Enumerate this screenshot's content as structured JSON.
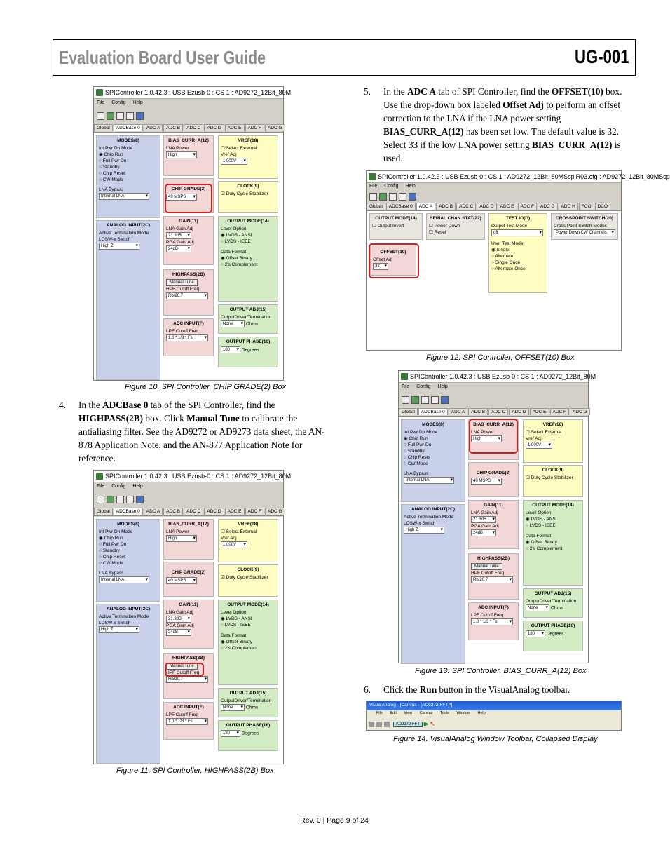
{
  "header": {
    "left": "Evaluation Board User Guide",
    "right": "UG-001"
  },
  "spi_window": {
    "title": "SPIController 1.0.42.3 : USB Ezusb-0 : CS 1 : AD9272_12Bit_80M",
    "menu": [
      "File",
      "Config",
      "Help"
    ],
    "tabs": [
      "Global",
      "ADCBase 0",
      "ADC A",
      "ADC B",
      "ADC C",
      "ADC D",
      "ADC E",
      "ADC F",
      "ADC G"
    ],
    "modes": {
      "title": "MODES(8)",
      "sub": "Int Pwr Dn Mode",
      "options": [
        "Chip Run",
        "Full Pwr Dn",
        "Standby",
        "Chip Reset",
        "CW Mode"
      ],
      "lna_bypass_label": "LNA Bypass",
      "lna_bypass_value": "Internal LNA"
    },
    "bias": {
      "title": "BIAS_CURR_A(12)",
      "label": "LNA Power",
      "value": "High"
    },
    "vref": {
      "title": "VREF(18)",
      "check": "Select External",
      "label": "Vref Adj",
      "value": "1.000V"
    },
    "chipgrade": {
      "title": "CHIP GRADE(2)",
      "value": "40 MSPS"
    },
    "clock": {
      "title": "CLOCK(9)",
      "check": "Duty Cycle Stabilizer"
    },
    "analog": {
      "title": "ANALOG INPUT(2C)",
      "label1": "Active Termination Mode",
      "label2": "LOSW-x Switch",
      "value": "High Z"
    },
    "gain": {
      "title": "GAIN(11)",
      "label1": "LNA Gain Adj",
      "value1": "21.3dB",
      "label2": "PGA Gain Adj",
      "value2": "24dB"
    },
    "outmode": {
      "title": "OUTPUT MODE(14)",
      "sub": "Level Option",
      "opt1": "LVDS - ANSI",
      "opt2": "LVDS - IEEE",
      "sub2": "Data Format",
      "opt3": "Offset Binary",
      "opt4": "2's Complement"
    },
    "hpf": {
      "title": "HIGHPASS(2B)",
      "button": "Manual Tune",
      "label": "HPF Cutoff Freq",
      "value": "Rb/20.7"
    },
    "outadj": {
      "title": "OUTPUT ADJ(15)",
      "label": "OutputDriver/Termination",
      "value": "None",
      "unit": "Ohms"
    },
    "adcinput": {
      "title": "ADC INPUT(F)",
      "label": "LPF Cutoff Freq",
      "value": "1.0 * 1/3 * Fs"
    },
    "outphase": {
      "title": "OUTPUT PHASE(16)",
      "value": "180",
      "unit": "Degrees"
    }
  },
  "adca_window": {
    "title": "SPIController 1.0.42.3 : USB Ezusb-0 : CS 1 : AD9272_12Bit_80MSspiR03.cfg : AD9272_12Bit_80MSsp",
    "tabs": [
      "Global",
      "ADCBase 0",
      "ADC A",
      "ADC B",
      "ADC C",
      "ADC D",
      "ADC E",
      "ADC F",
      "ADC G",
      "ADC H",
      "FCO",
      "DCO"
    ],
    "outmode": {
      "title": "OUTPUT MODE(14)",
      "check": "Output Invert"
    },
    "serial": {
      "title": "SERIAL CHAN STAT(22)",
      "c1": "Power Down",
      "c2": "Reset"
    },
    "testio": {
      "title": "TEST IO(D)",
      "label": "Output Test Mode",
      "value": "off",
      "sub": "User Test Mode",
      "opts": [
        "Single",
        "Alternate",
        "Single Once",
        "Alternate Once"
      ]
    },
    "xpoint": {
      "title": "CROSSPOINT SWITCH(20)",
      "label": "Cross Point Switch Modes",
      "value": "Power Down CW Channels"
    },
    "offset": {
      "title": "OFFSET(10)",
      "label": "Offset Adj",
      "value": "32"
    }
  },
  "captions": {
    "fig10": "Figure 10. SPI Controller, CHIP GRADE(2) Box",
    "fig11": "Figure 11. SPI Controller, HIGHPASS(2B) Box",
    "fig12": "Figure 12. SPI Controller, OFFSET(10) Box",
    "fig13": "Figure 13. SPI Controller, BIAS_CURR_A(12) Box",
    "fig14": "Figure 14. VisualAnalog Window Toolbar, Collapsed Display"
  },
  "steps": {
    "s4": {
      "num": "4.",
      "t1": "In the ",
      "b1": "ADCBase 0",
      "t2": " tab of the SPI Controller, find the ",
      "b2": "HIGHPASS(2B)",
      "t3": " box. Click ",
      "b3": "Manual Tune",
      "t4": " to calibrate the antialiasing filter. See the AD9272 or AD9273 data sheet, the AN-878 Application Note, and the AN-877 Application Note for reference."
    },
    "s5": {
      "num": "5.",
      "t1": "In the ",
      "b1": "ADC A",
      "t2": " tab of SPI Controller, find the ",
      "b2": "OFFSET(10)",
      "t3": " box. Use the drop-down box labeled ",
      "b3": "Offset Adj",
      "t4": " to perform an offset correction to the LNA if the LNA power setting ",
      "b4": "BIAS_CURR_A(12)",
      "t5": " has been set low. The default value is 32. Select 33 if the low LNA power setting ",
      "b5": "BIAS_CURR_A(12)",
      "t6": " is used."
    },
    "s6": {
      "num": "6.",
      "t1": "Click the ",
      "b1": "Run",
      "t2": " button in the VisualAnalog toolbar."
    }
  },
  "visualanalog": {
    "title": "VisualAnalog - [Canvas - [AD9272 FFT]*]",
    "menu": [
      "File",
      "Edit",
      "View",
      "Canvas",
      "Tools",
      "Window",
      "Help"
    ],
    "canvas_btn": "AD9272 FFT"
  },
  "footer": "Rev. 0 | Page 9 of 24"
}
